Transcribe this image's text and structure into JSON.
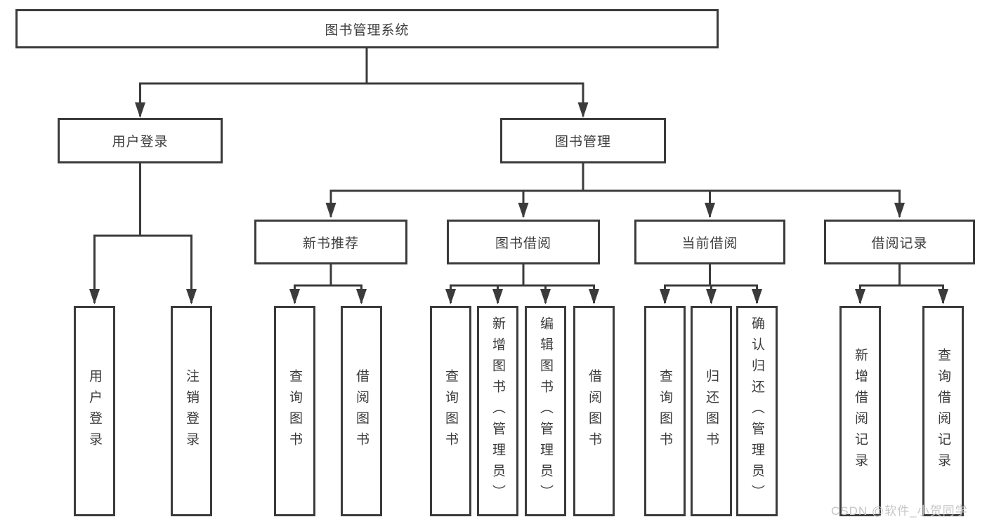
{
  "diagram": {
    "root": {
      "label": "图书管理系统"
    },
    "branches": [
      {
        "label": "用户登录",
        "children": [
          {
            "label": "用户登录"
          },
          {
            "label": "注销登录"
          }
        ]
      },
      {
        "label": "图书管理",
        "children": [
          {
            "label": "新书推荐",
            "children": [
              {
                "label": "查询图书"
              },
              {
                "label": "借阅图书"
              }
            ]
          },
          {
            "label": "图书借阅",
            "children": [
              {
                "label": "查询图书"
              },
              {
                "label": "新增图书（管理员）"
              },
              {
                "label": "编辑图书（管理员）"
              },
              {
                "label": "借阅图书"
              }
            ]
          },
          {
            "label": "当前借阅",
            "children": [
              {
                "label": "查询图书"
              },
              {
                "label": "归还图书"
              },
              {
                "label": "确认归还（管理员）"
              }
            ]
          },
          {
            "label": "借阅记录",
            "children": [
              {
                "label": "新增借阅记录"
              },
              {
                "label": "查询借阅记录"
              }
            ]
          }
        ]
      }
    ]
  },
  "watermark": {
    "text": "CSDN @软件_小贺同学"
  },
  "colors": {
    "line": "#3b3b3b",
    "text": "#3b3b3b",
    "background": "#ffffff",
    "watermark": "#c6c6c6"
  }
}
